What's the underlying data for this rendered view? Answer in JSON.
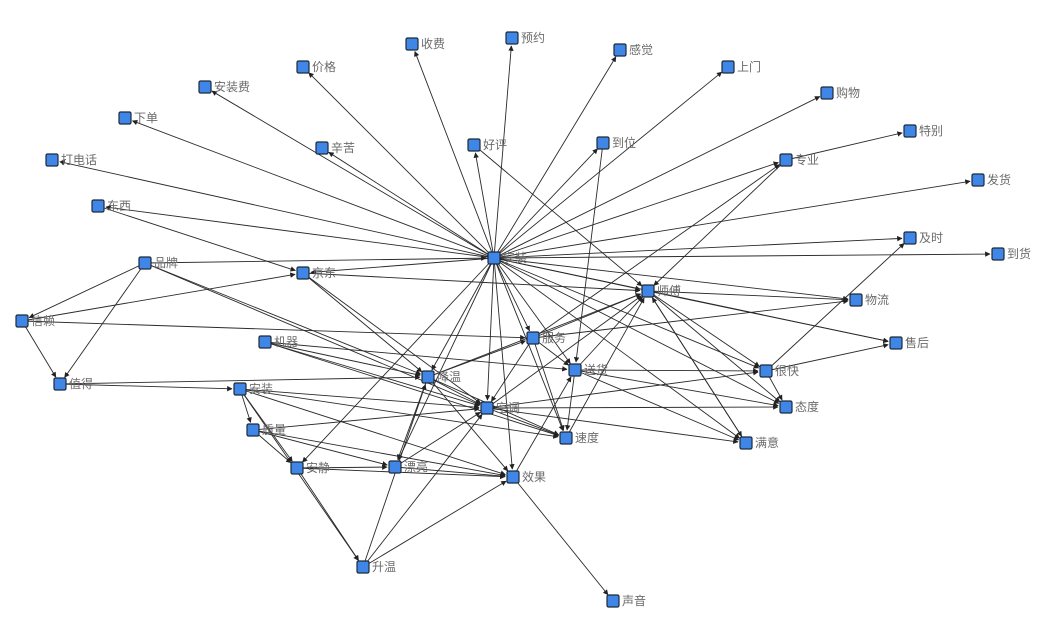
{
  "nodes": [
    {
      "id": "收费"
    },
    {
      "id": "预约"
    },
    {
      "id": "感觉"
    },
    {
      "id": "价格"
    },
    {
      "id": "上门"
    },
    {
      "id": "安装费"
    },
    {
      "id": "购物"
    },
    {
      "id": "下单"
    },
    {
      "id": "特别"
    },
    {
      "id": "辛苦"
    },
    {
      "id": "好评"
    },
    {
      "id": "到位"
    },
    {
      "id": "打电话"
    },
    {
      "id": "专业"
    },
    {
      "id": "发货"
    },
    {
      "id": "东西"
    },
    {
      "id": "及时"
    },
    {
      "id": "安装"
    },
    {
      "id": "到货"
    },
    {
      "id": "品牌"
    },
    {
      "id": "京东"
    },
    {
      "id": "师傅"
    },
    {
      "id": "物流"
    },
    {
      "id": "信赖"
    },
    {
      "id": "服务"
    },
    {
      "id": "售后"
    },
    {
      "id": "机器"
    },
    {
      "id": "降温"
    },
    {
      "id": "送货"
    },
    {
      "id": "很快"
    },
    {
      "id": "值得"
    },
    {
      "id": "安装"
    },
    {
      "id": "空调"
    },
    {
      "id": "态度"
    },
    {
      "id": "质量"
    },
    {
      "id": "速度"
    },
    {
      "id": "满意"
    },
    {
      "id": "安静"
    },
    {
      "id": "漂亮"
    },
    {
      "id": "效果"
    },
    {
      "id": "升温"
    },
    {
      "id": "声音"
    }
  ],
  "edges": [
    [
      17,
      0
    ],
    [
      17,
      1
    ],
    [
      17,
      2
    ],
    [
      17,
      3
    ],
    [
      17,
      4
    ],
    [
      17,
      5
    ],
    [
      17,
      6
    ],
    [
      17,
      7
    ],
    [
      17,
      9
    ],
    [
      17,
      10
    ],
    [
      17,
      11
    ],
    [
      17,
      12
    ],
    [
      17,
      13
    ],
    [
      17,
      14
    ],
    [
      17,
      15
    ],
    [
      17,
      16
    ],
    [
      17,
      18
    ],
    [
      17,
      21
    ],
    [
      17,
      22
    ],
    [
      17,
      24
    ],
    [
      17,
      25
    ],
    [
      17,
      27
    ],
    [
      17,
      28
    ],
    [
      17,
      29
    ],
    [
      17,
      32
    ],
    [
      17,
      33
    ],
    [
      17,
      35
    ],
    [
      17,
      36
    ],
    [
      17,
      39
    ],
    [
      17,
      20
    ],
    [
      17,
      37
    ],
    [
      17,
      38
    ],
    [
      13,
      8
    ],
    [
      10,
      21
    ],
    [
      11,
      28
    ],
    [
      15,
      20
    ],
    [
      19,
      17
    ],
    [
      19,
      23
    ],
    [
      19,
      30
    ],
    [
      19,
      27
    ],
    [
      19,
      32
    ],
    [
      23,
      30
    ],
    [
      23,
      20
    ],
    [
      23,
      24
    ],
    [
      20,
      21
    ],
    [
      20,
      32
    ],
    [
      20,
      27
    ],
    [
      21,
      22
    ],
    [
      21,
      25
    ],
    [
      21,
      29
    ],
    [
      21,
      33
    ],
    [
      21,
      36
    ],
    [
      24,
      21
    ],
    [
      24,
      28
    ],
    [
      24,
      32
    ],
    [
      24,
      35
    ],
    [
      24,
      13
    ],
    [
      24,
      22
    ],
    [
      26,
      27
    ],
    [
      26,
      32
    ],
    [
      26,
      35
    ],
    [
      26,
      28
    ],
    [
      27,
      32
    ],
    [
      27,
      35
    ],
    [
      27,
      39
    ],
    [
      27,
      38
    ],
    [
      27,
      24
    ],
    [
      27,
      21
    ],
    [
      28,
      29
    ],
    [
      28,
      33
    ],
    [
      28,
      36
    ],
    [
      28,
      35
    ],
    [
      28,
      21
    ],
    [
      29,
      33
    ],
    [
      29,
      16
    ],
    [
      29,
      25
    ],
    [
      30,
      31
    ],
    [
      30,
      27
    ],
    [
      31,
      34
    ],
    [
      31,
      37
    ],
    [
      31,
      32
    ],
    [
      31,
      35
    ],
    [
      31,
      39
    ],
    [
      31,
      40
    ],
    [
      32,
      33
    ],
    [
      32,
      35
    ],
    [
      32,
      36
    ],
    [
      32,
      21
    ],
    [
      32,
      29
    ],
    [
      34,
      37
    ],
    [
      34,
      38
    ],
    [
      34,
      32
    ],
    [
      34,
      39
    ],
    [
      37,
      38
    ],
    [
      37,
      39
    ],
    [
      37,
      40
    ],
    [
      38,
      39
    ],
    [
      38,
      32
    ],
    [
      39,
      41
    ],
    [
      40,
      39
    ],
    [
      40,
      27
    ],
    [
      40,
      32
    ],
    [
      35,
      21
    ],
    [
      39,
      28
    ],
    [
      36,
      21
    ],
    [
      13,
      21
    ]
  ]
}
